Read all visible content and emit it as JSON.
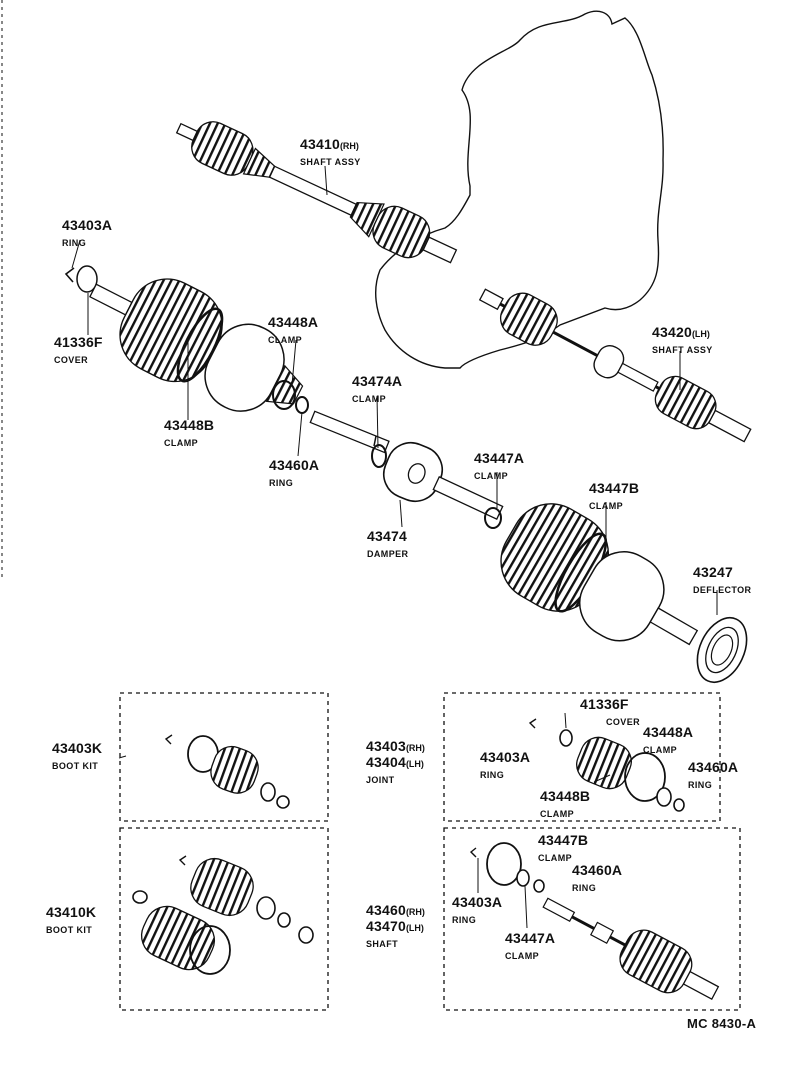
{
  "figure_code": "MC 8430-A",
  "parts": {
    "p43410": {
      "number": "43410",
      "suffix": "(RH)",
      "name": "SHAFT ASSY"
    },
    "p43403A": {
      "number": "43403A",
      "name": "RING"
    },
    "p41336F": {
      "number": "41336F",
      "name": "COVER"
    },
    "p43448A": {
      "number": "43448A",
      "name": "CLAMP"
    },
    "p43448B": {
      "number": "43448B",
      "name": "CLAMP"
    },
    "p43460A": {
      "number": "43460A",
      "name": "RING"
    },
    "p43474A": {
      "number": "43474A",
      "name": "CLAMP"
    },
    "p43474": {
      "number": "43474",
      "name": "DAMPER"
    },
    "p43447A": {
      "number": "43447A",
      "name": "CLAMP"
    },
    "p43447B": {
      "number": "43447B",
      "name": "CLAMP"
    },
    "p43420": {
      "number": "43420",
      "suffix": "(LH)",
      "name": "SHAFT ASSY"
    },
    "p43247": {
      "number": "43247",
      "name": "DEFLECTOR"
    }
  },
  "kits": {
    "boot_kit_k": {
      "number": "43403K",
      "name": "BOOT KIT"
    },
    "boot_kit_10k": {
      "number": "43410K",
      "name": "BOOT KIT"
    },
    "joint": {
      "number_rh": "43403",
      "suffix_rh": "(RH)",
      "number_lh": "43404",
      "suffix_lh": "(LH)",
      "name": "JOINT",
      "items": {
        "cover": {
          "number": "41336F",
          "name": "COVER"
        },
        "ring_a": {
          "number": "43403A",
          "name": "RING"
        },
        "clamp_a": {
          "number": "43448A",
          "name": "CLAMP"
        },
        "ring_60a": {
          "number": "43460A",
          "name": "RING"
        },
        "clamp_b": {
          "number": "43448B",
          "name": "CLAMP"
        }
      }
    },
    "shaft": {
      "number_rh": "43460",
      "suffix_rh": "(RH)",
      "number_lh": "43470",
      "suffix_lh": "(LH)",
      "name": "SHAFT",
      "items": {
        "clamp_b": {
          "number": "43447B",
          "name": "CLAMP"
        },
        "ring_60a": {
          "number": "43460A",
          "name": "RING"
        },
        "ring_a": {
          "number": "43403A",
          "name": "RING"
        },
        "clamp_a": {
          "number": "43447A",
          "name": "CLAMP"
        }
      }
    }
  }
}
